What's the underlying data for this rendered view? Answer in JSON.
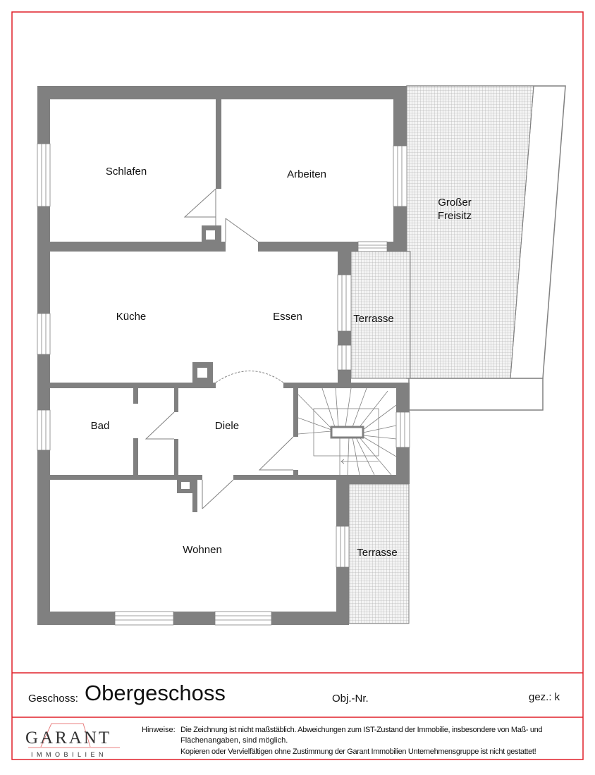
{
  "plan": {
    "rooms": {
      "schlafen": "Schlafen",
      "arbeiten": "Arbeiten",
      "freisitz_1": "Großer",
      "freisitz_2": "Freisitz",
      "kueche": "Küche",
      "essen": "Essen",
      "terrasse_1": "Terrasse",
      "bad": "Bad",
      "diele": "Diele",
      "wohnen": "Wohnen",
      "terrasse_2": "Terrasse"
    },
    "colors": {
      "wall": "#808080",
      "frame": "#e0202a",
      "hatch": "#b8b8b8"
    }
  },
  "footer": {
    "geschoss_label": "Geschoss:",
    "geschoss_value": "Obergeschoss",
    "objnr_label": "Obj.-Nr.",
    "gez_label": "gez.: k",
    "logo_main": "GARANT",
    "logo_sub": "IMMOBILIEN",
    "hinweise_label": "Hinweise:",
    "hinweise_line1": "Die Zeichnung ist nicht maßstäblich. Abweichungen zum IST-Zustand der Immobilie, insbesondere von Maß- und",
    "hinweise_line2": "Flächenangaben, sind möglich.",
    "hinweise_line3": "Kopieren oder Vervielfältigen ohne Zustimmung der Garant Immobilien Unternehmensgruppe ist nicht gestattet!"
  }
}
